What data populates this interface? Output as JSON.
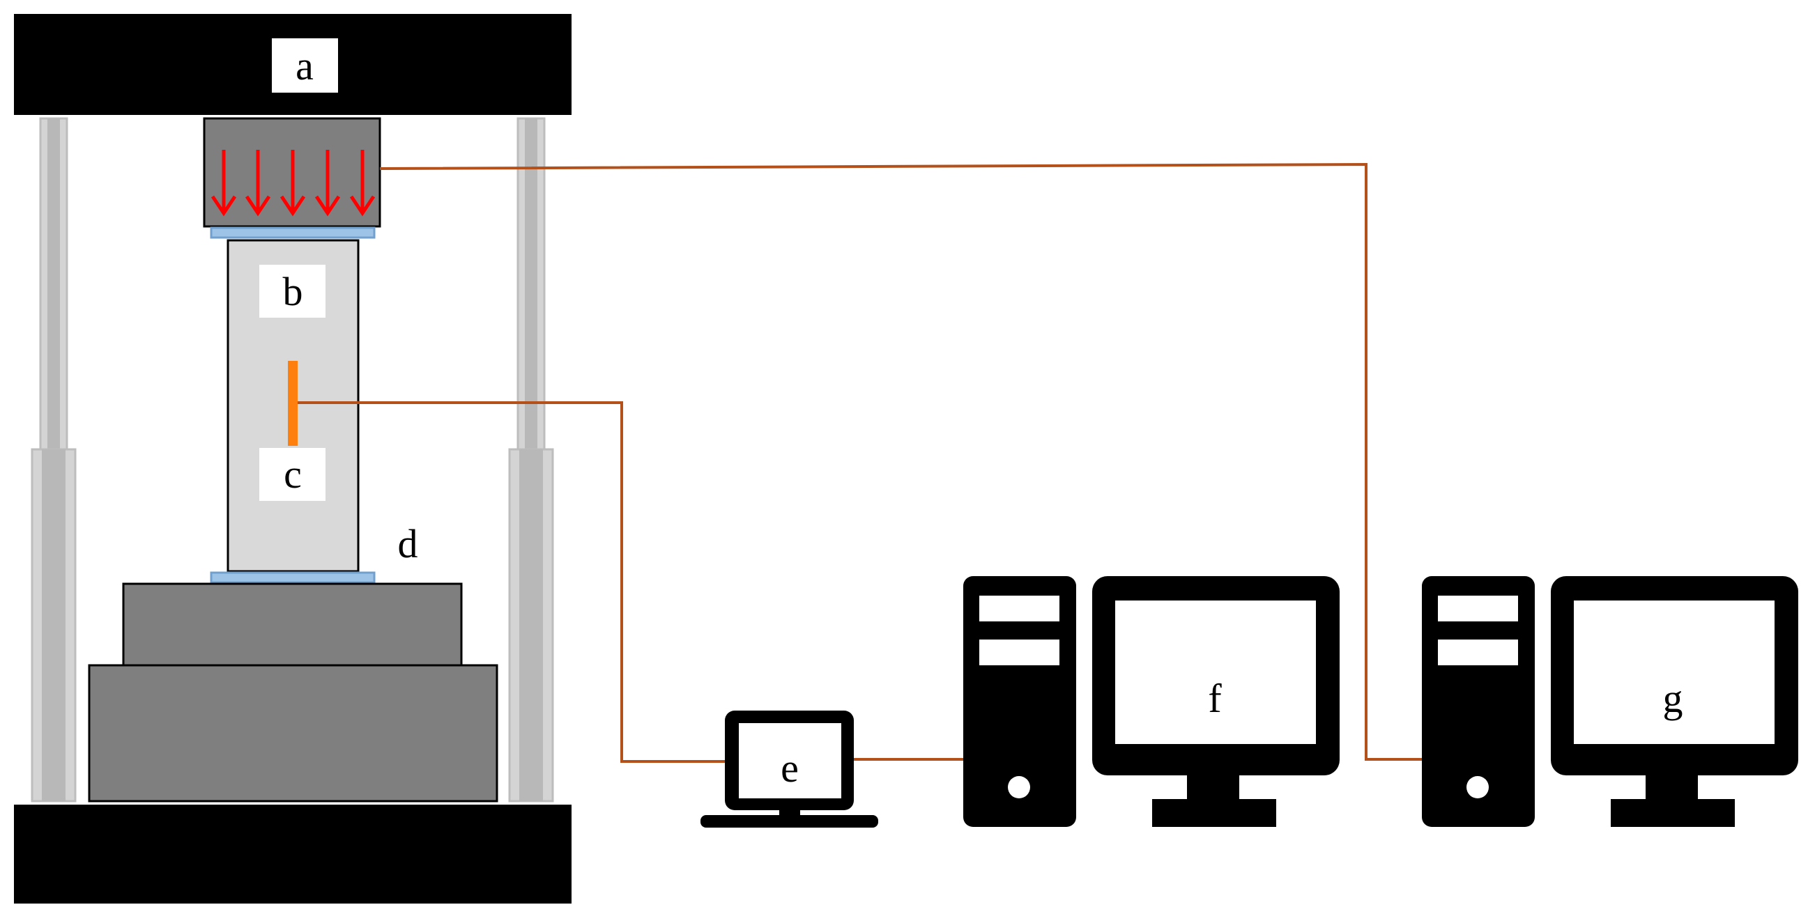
{
  "labels": {
    "a": "a",
    "b": "b",
    "c": "c",
    "d": "d",
    "e": "e",
    "f": "f",
    "g": "g"
  },
  "colors": {
    "frame": "#000000",
    "column_light": "#d4d4d4",
    "column_mid": "#b8b8b8",
    "actuator": "#7f7f7f",
    "load_arrows": "#ff0000",
    "specimen": "#d9d9d9",
    "bearing_plate": "#9dc3e6",
    "strain_gauge": "#ff7f0e",
    "wire": "#b4501a",
    "equipment": "#000000"
  },
  "icons": {
    "load_arrow": "down-arrow-icon",
    "laptop": "laptop-icon",
    "pc_tower": "computer-tower-icon",
    "monitor": "monitor-icon"
  }
}
